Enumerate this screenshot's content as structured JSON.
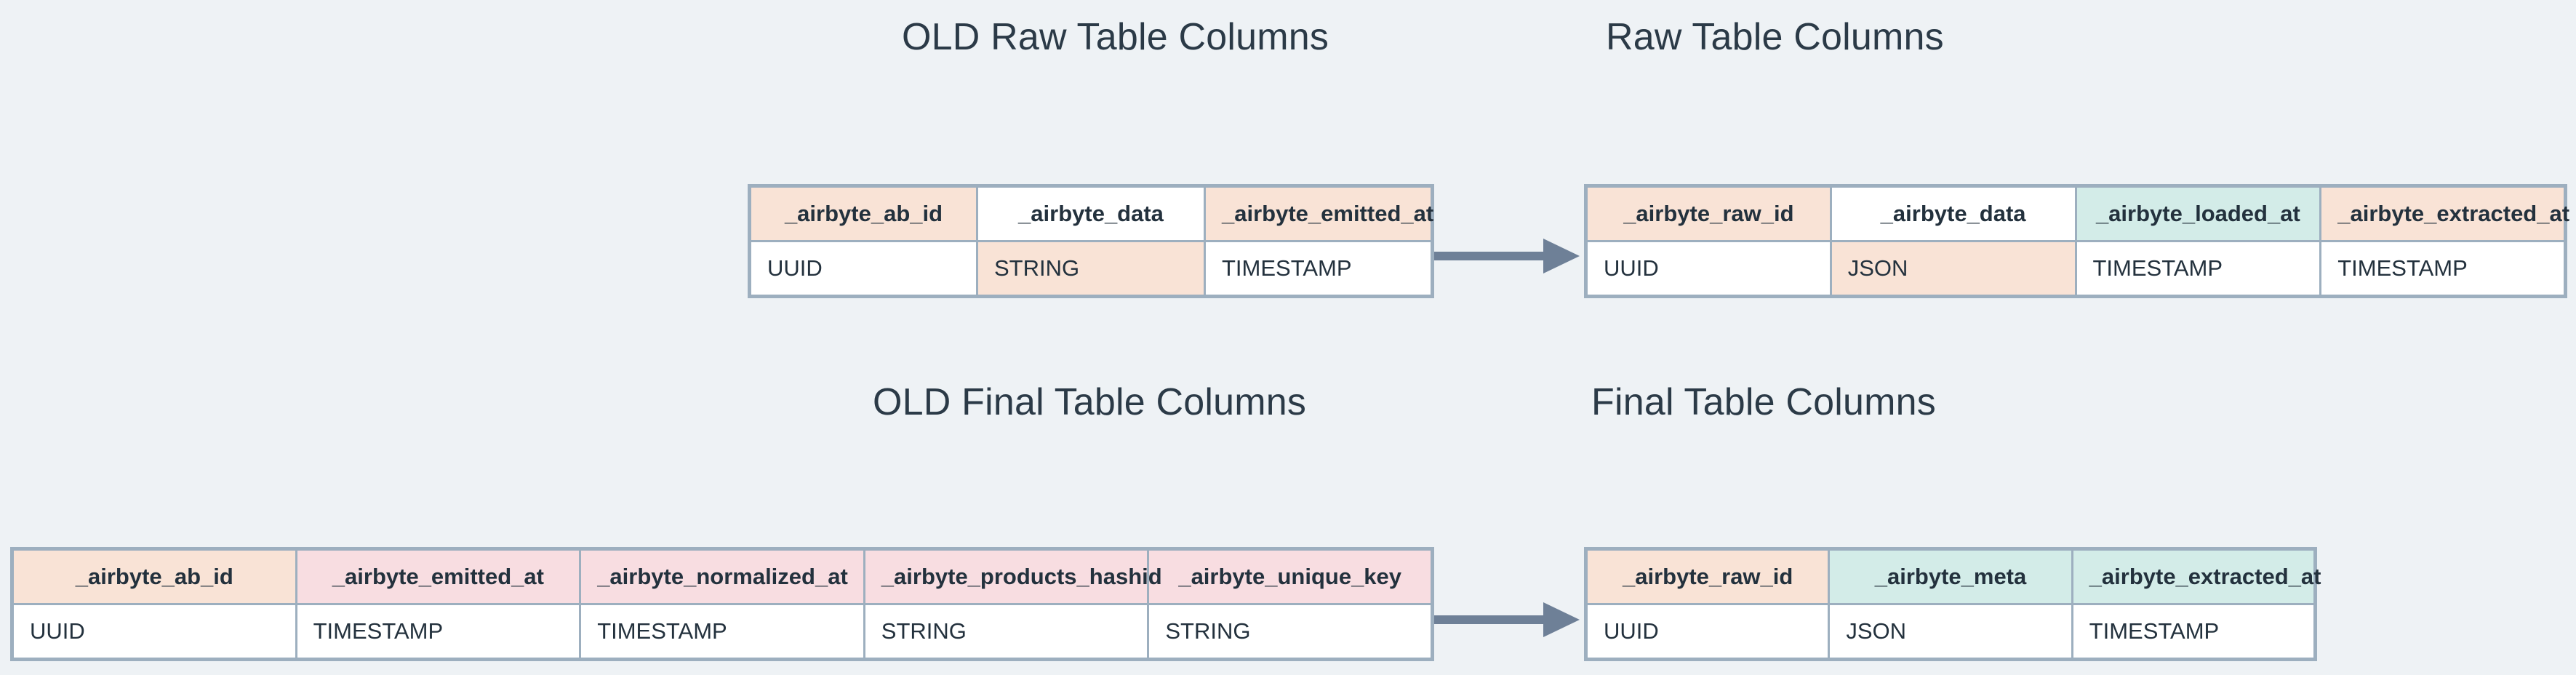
{
  "page": {
    "background_color": "#eef2f5",
    "text_color": "#2b3a47",
    "border_color": "#9dafbf",
    "arrow_color": "#6e8097",
    "fill_peach": "#f9e3d6",
    "fill_pink": "#f8dde1",
    "fill_mint": "#d3ece8",
    "fill_white": "#ffffff"
  },
  "headings": {
    "old_raw": "OLD Raw Table Columns",
    "new_raw": "Raw Table Columns",
    "old_final": "OLD Final Table Columns",
    "new_final": "Final Table Columns"
  },
  "arrows": {
    "raw": "arrow-right-icon",
    "final": "arrow-right-icon"
  },
  "tables": {
    "old_raw": {
      "title": "OLD Raw Table Columns",
      "columns": [
        {
          "name": "_airbyte_ab_id",
          "header_fill": "peach",
          "type": "UUID",
          "type_fill": "white"
        },
        {
          "name": "_airbyte_data",
          "header_fill": "white",
          "type": "STRING",
          "type_fill": "peach"
        },
        {
          "name": "_airbyte_emitted_at",
          "header_fill": "peach",
          "type": "TIMESTAMP",
          "type_fill": "white"
        }
      ]
    },
    "new_raw": {
      "title": "Raw Table Columns",
      "columns": [
        {
          "name": "_airbyte_raw_id",
          "header_fill": "peach",
          "type": "UUID",
          "type_fill": "white"
        },
        {
          "name": "_airbyte_data",
          "header_fill": "white",
          "type": "JSON",
          "type_fill": "peach"
        },
        {
          "name": "_airbyte_loaded_at",
          "header_fill": "mint",
          "type": "TIMESTAMP",
          "type_fill": "white"
        },
        {
          "name": "_airbyte_extracted_at",
          "header_fill": "peach",
          "type": "TIMESTAMP",
          "type_fill": "white"
        }
      ]
    },
    "old_final": {
      "title": "OLD Final Table Columns",
      "columns": [
        {
          "name": "_airbyte_ab_id",
          "header_fill": "peach",
          "type": "UUID",
          "type_fill": "white"
        },
        {
          "name": "_airbyte_emitted_at",
          "header_fill": "pink",
          "type": "TIMESTAMP",
          "type_fill": "white"
        },
        {
          "name": "_airbyte_normalized_at",
          "header_fill": "pink",
          "type": "TIMESTAMP",
          "type_fill": "white"
        },
        {
          "name": "_airbyte_products_hashid",
          "header_fill": "pink",
          "type": "STRING",
          "type_fill": "white"
        },
        {
          "name": "_airbyte_unique_key",
          "header_fill": "pink",
          "type": "STRING",
          "type_fill": "white"
        }
      ]
    },
    "new_final": {
      "title": "Final Table Columns",
      "columns": [
        {
          "name": "_airbyte_raw_id",
          "header_fill": "peach",
          "type": "UUID",
          "type_fill": "white"
        },
        {
          "name": "_airbyte_meta",
          "header_fill": "mint",
          "type": "JSON",
          "type_fill": "white"
        },
        {
          "name": "_airbyte_extracted_at",
          "header_fill": "mint",
          "type": "TIMESTAMP",
          "type_fill": "white"
        }
      ]
    }
  }
}
